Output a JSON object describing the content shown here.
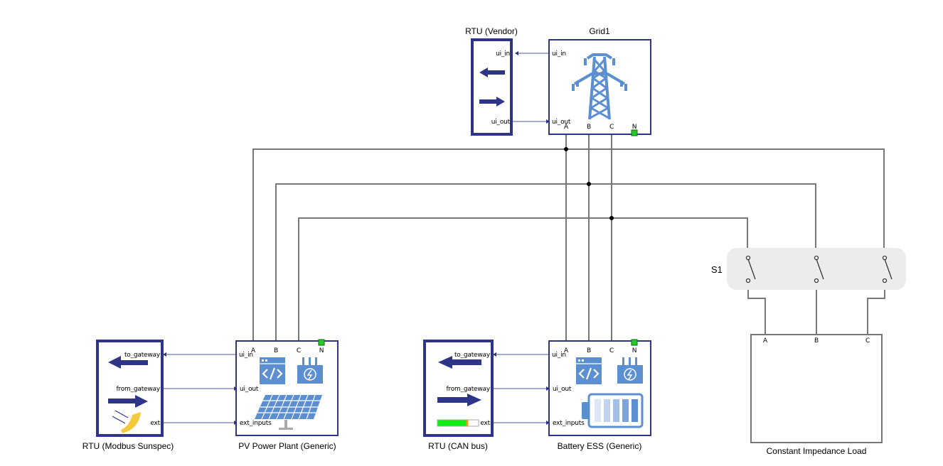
{
  "diagram": {
    "blocks": {
      "rtu_vendor": {
        "title": "RTU (Vendor)",
        "ports": [
          "ui_in",
          "ui_out"
        ]
      },
      "grid1": {
        "title": "Grid1",
        "ports": [
          "ui_in",
          "ui_out",
          "A",
          "B",
          "C",
          "N"
        ]
      },
      "rtu_modbus": {
        "title": "RTU (Modbus Sunspec)",
        "ports": [
          "to_gateway",
          "from_gateway",
          "ext"
        ]
      },
      "pv_plant": {
        "title": "PV Power Plant (Generic)",
        "ports": [
          "ui_in",
          "ui_out",
          "ext_inputs",
          "A",
          "B",
          "C",
          "N"
        ]
      },
      "rtu_can": {
        "title": "RTU (CAN bus)",
        "ports": [
          "to_gateway",
          "from_gateway",
          "ext"
        ],
        "level_fraction": 0.72
      },
      "battery_ess": {
        "title": "Battery ESS (Generic)",
        "ports": [
          "ui_in",
          "ui_out",
          "ext_inputs",
          "A",
          "B",
          "C",
          "N"
        ]
      },
      "switch_s1": {
        "title": "S1"
      },
      "load": {
        "title": "Constant Impedance Load",
        "ports": [
          "A",
          "B",
          "C"
        ]
      }
    },
    "icons": {
      "arrow_left": "arrow-left-icon",
      "arrow_right": "arrow-right-icon",
      "tower": "transmission-tower-icon",
      "code": "code-window-icon",
      "transformer": "transformer-icon",
      "solar": "solar-panel-icon",
      "battery": "battery-icon",
      "sun": "sun-rays-icon"
    },
    "colors": {
      "block_border": "#2e3588",
      "wire": "#777777",
      "signal": "#8a8fc0",
      "icon": "#5b8fd1",
      "neutral_port": "#22cc22",
      "switch_group": "#ececec"
    }
  }
}
